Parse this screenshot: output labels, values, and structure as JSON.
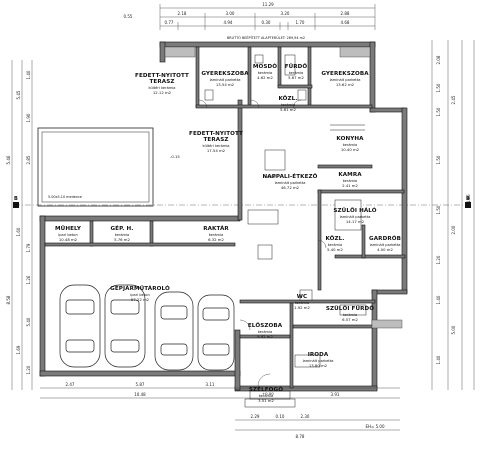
{
  "title_label": "BRUTTÓ BEÉPÍTETT ALAPTERÜLET: 289,94 m2",
  "pool_label": "5.00x5.10 medence",
  "top_dims": {
    "overall": "11.29",
    "row2": [
      "2.18",
      "3.00",
      "3.20",
      "2.88"
    ],
    "row3": [
      "0.77",
      "4.94",
      "0.30",
      "1.70",
      "4.68"
    ],
    "left_small": "0.55"
  },
  "bottom_dims": {
    "row1": [
      "2.47",
      "5.87",
      "3.11"
    ],
    "row2": [
      "10.48",
      "3.91"
    ],
    "row3": [
      "2.29",
      "0.10",
      "2.30"
    ],
    "row4": [
      "8.78",
      "EH= 5.00"
    ]
  },
  "left_dims": [
    "5.45",
    "1.40",
    "1.90",
    "2.85",
    "1.60",
    "1.79",
    "5.46",
    "1.26",
    "1.69",
    "8.58",
    "5.40",
    "1.20"
  ],
  "right_dims": [
    "2.08",
    "1.50",
    "1.50",
    "2.45",
    "1.50",
    "1.50",
    "2.00",
    "1.20",
    "1.40",
    "21.65",
    "5.00",
    "1.40"
  ],
  "rooms": [
    {
      "id": "gyerekszoba-1",
      "name": "GYEREKSZOBA",
      "sub": "laminált parketta",
      "area": "13.54 m2"
    },
    {
      "id": "mosdo",
      "name": "MOSDÓ",
      "sub": "kerámia",
      "area": "4.62 m2"
    },
    {
      "id": "furdo",
      "name": "FÜRDŐ",
      "sub": "kerámia",
      "area": "5.67 m2"
    },
    {
      "id": "gyerekszoba-2",
      "name": "GYEREKSZOBA",
      "sub": "laminált parketta",
      "area": "13.62 m2"
    },
    {
      "id": "terasz-1",
      "name": "FEDETT-NYITOTT",
      "name2": "TERASZ",
      "sub": "kültéri kerámia",
      "area": "12.12 m2"
    },
    {
      "id": "kozl-1",
      "name": "KÖZL.",
      "sub": "kerámia",
      "area": "5.61 m2"
    },
    {
      "id": "terasz-2",
      "name": "FEDETT-NYITOTT",
      "name2": "TERASZ",
      "sub": "kültéri kerámia",
      "area": "17.54 m2"
    },
    {
      "id": "konyha",
      "name": "KONYHA",
      "sub": "kerámia",
      "area": "10.40 m2"
    },
    {
      "id": "nappali",
      "name": "NAPPALI-ÉTKEZŐ",
      "sub": "laminált parketta",
      "area": "46.72 m2"
    },
    {
      "id": "kamra",
      "name": "KAMRA",
      "sub": "kerámia",
      "area": "2.41 m2"
    },
    {
      "id": "szulo-halo",
      "name": "SZÜLŐI HÁLÓ",
      "sub": "laminált parketta",
      "area": "14.17 m2"
    },
    {
      "id": "muhely",
      "name": "MŰHELY",
      "sub": "ipari beton",
      "area": "10.48 m2"
    },
    {
      "id": "gep",
      "name": "GÉP. H.",
      "sub": "kerámia",
      "area": "5.76 m2"
    },
    {
      "id": "raktar",
      "name": "RAKTÁR",
      "sub": "kerámia",
      "area": "6.32 m2"
    },
    {
      "id": "kozl-2",
      "name": "KÖZL.",
      "sub": "kerámia",
      "area": "5.40 m2"
    },
    {
      "id": "gardrob",
      "name": "GARDRÓB",
      "sub": "laminált parketta",
      "area": "4.00 m2"
    },
    {
      "id": "garazs",
      "name": "GÉPJÁRMŰTÁROLÓ",
      "sub": "ipari beton",
      "area": "57.22 m2"
    },
    {
      "id": "wc",
      "name": "WC",
      "sub": "kerámia",
      "area": "1.92 m2"
    },
    {
      "id": "szulo-furdo",
      "name": "SZÜLŐI FÜRDŐ",
      "sub": "kerámia",
      "area": "6.57 m2"
    },
    {
      "id": "eloszoba",
      "name": "ELŐSZOBA",
      "sub": "kerámia",
      "area": "9.92 m2"
    },
    {
      "id": "iroda",
      "name": "IRODA",
      "sub": "laminált parketta",
      "area": "13.80 m2"
    },
    {
      "id": "szelfogo",
      "name": "SZÉLFOGÓ",
      "sub": "kerámia",
      "area": "3.51 m2"
    }
  ],
  "axis_labels": [
    "B",
    "B"
  ],
  "level_labels": [
    "±0.00",
    "-0.15",
    "+0.00"
  ]
}
